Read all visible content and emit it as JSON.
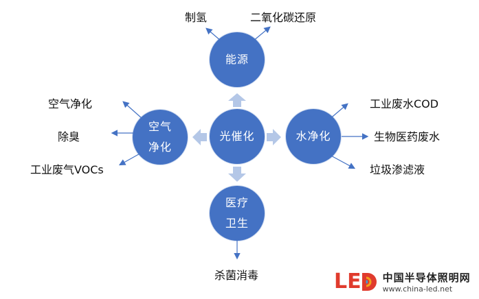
{
  "nodes": {
    "center": "光催化",
    "top": "能源",
    "right": "水净化",
    "left_line1": "空气",
    "left_line2": "净化",
    "bottom_line1": "医疗",
    "bottom_line2": "卫生"
  },
  "labels": {
    "energy_1": "制氢",
    "energy_2": "二氧化碳还原",
    "water_1": "工业废水COD",
    "water_2": "生物医药废水",
    "water_3": "垃圾渗滤液",
    "air_1": "空气净化",
    "air_2": "除臭",
    "air_3": "工业废气VOCs",
    "medical_1": "杀菌消毒"
  },
  "logo": {
    "mark_l": "L",
    "mark_e": "E",
    "cn": "中国半导体照明网",
    "url": "www.china-led.net"
  },
  "colors": {
    "node_fill": "#4472c4",
    "line_color": "#4472c4",
    "block_arrow": "#b4c7e7",
    "logo_red": "#e03b2d"
  }
}
